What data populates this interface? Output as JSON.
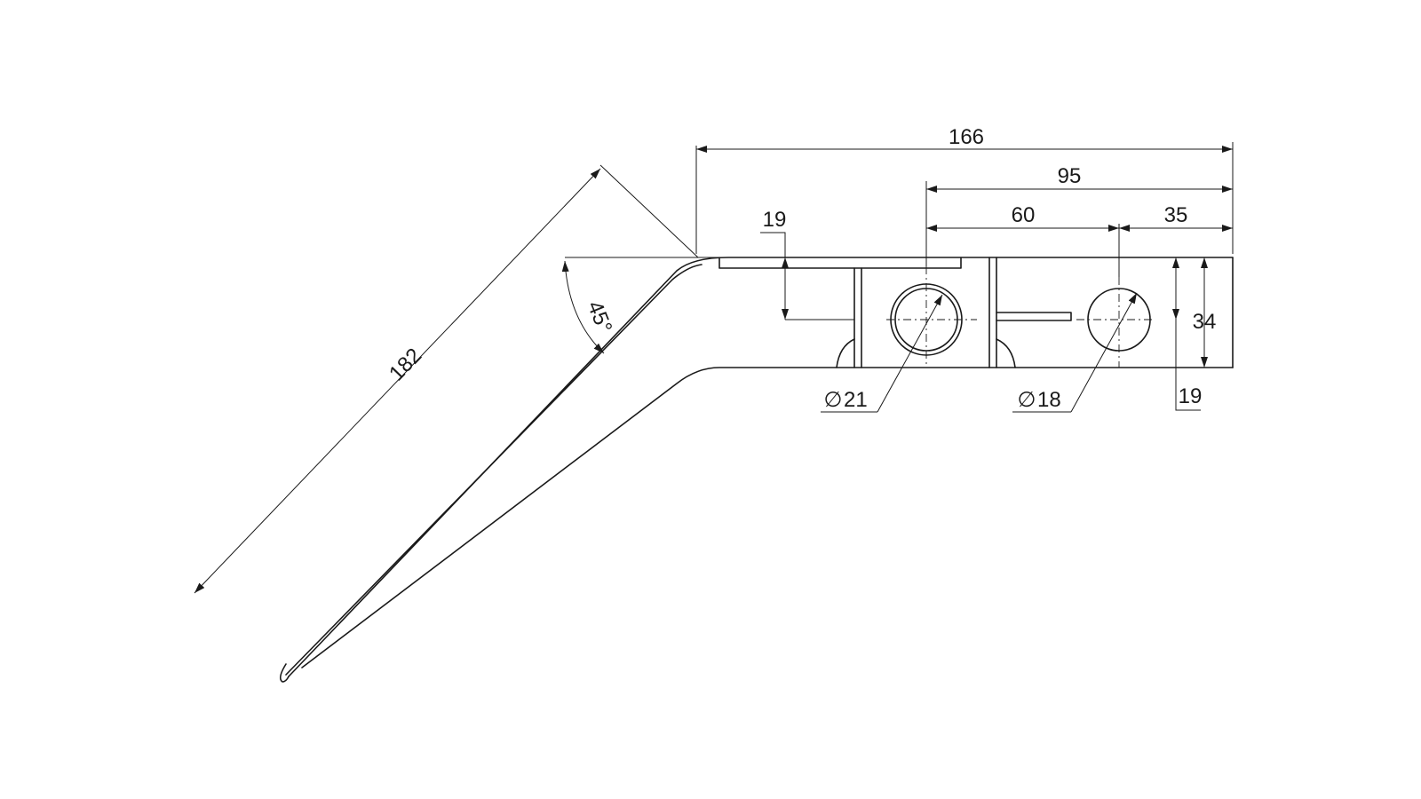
{
  "drawing": {
    "dimensions": {
      "overall_length": "166",
      "center_to_end": "95",
      "hole_spacing": "60",
      "hole_to_end": "35",
      "arm_length": "182",
      "bend_angle": "45°",
      "left_offset": "19",
      "height": "34",
      "right_offset": "19"
    },
    "holes": {
      "large_diameter_symbol": "∅",
      "large_diameter_value": "21",
      "small_diameter_symbol": "∅",
      "small_diameter_value": "18"
    },
    "colors": {
      "line": "#1a1a1a",
      "background": "#ffffff"
    }
  }
}
